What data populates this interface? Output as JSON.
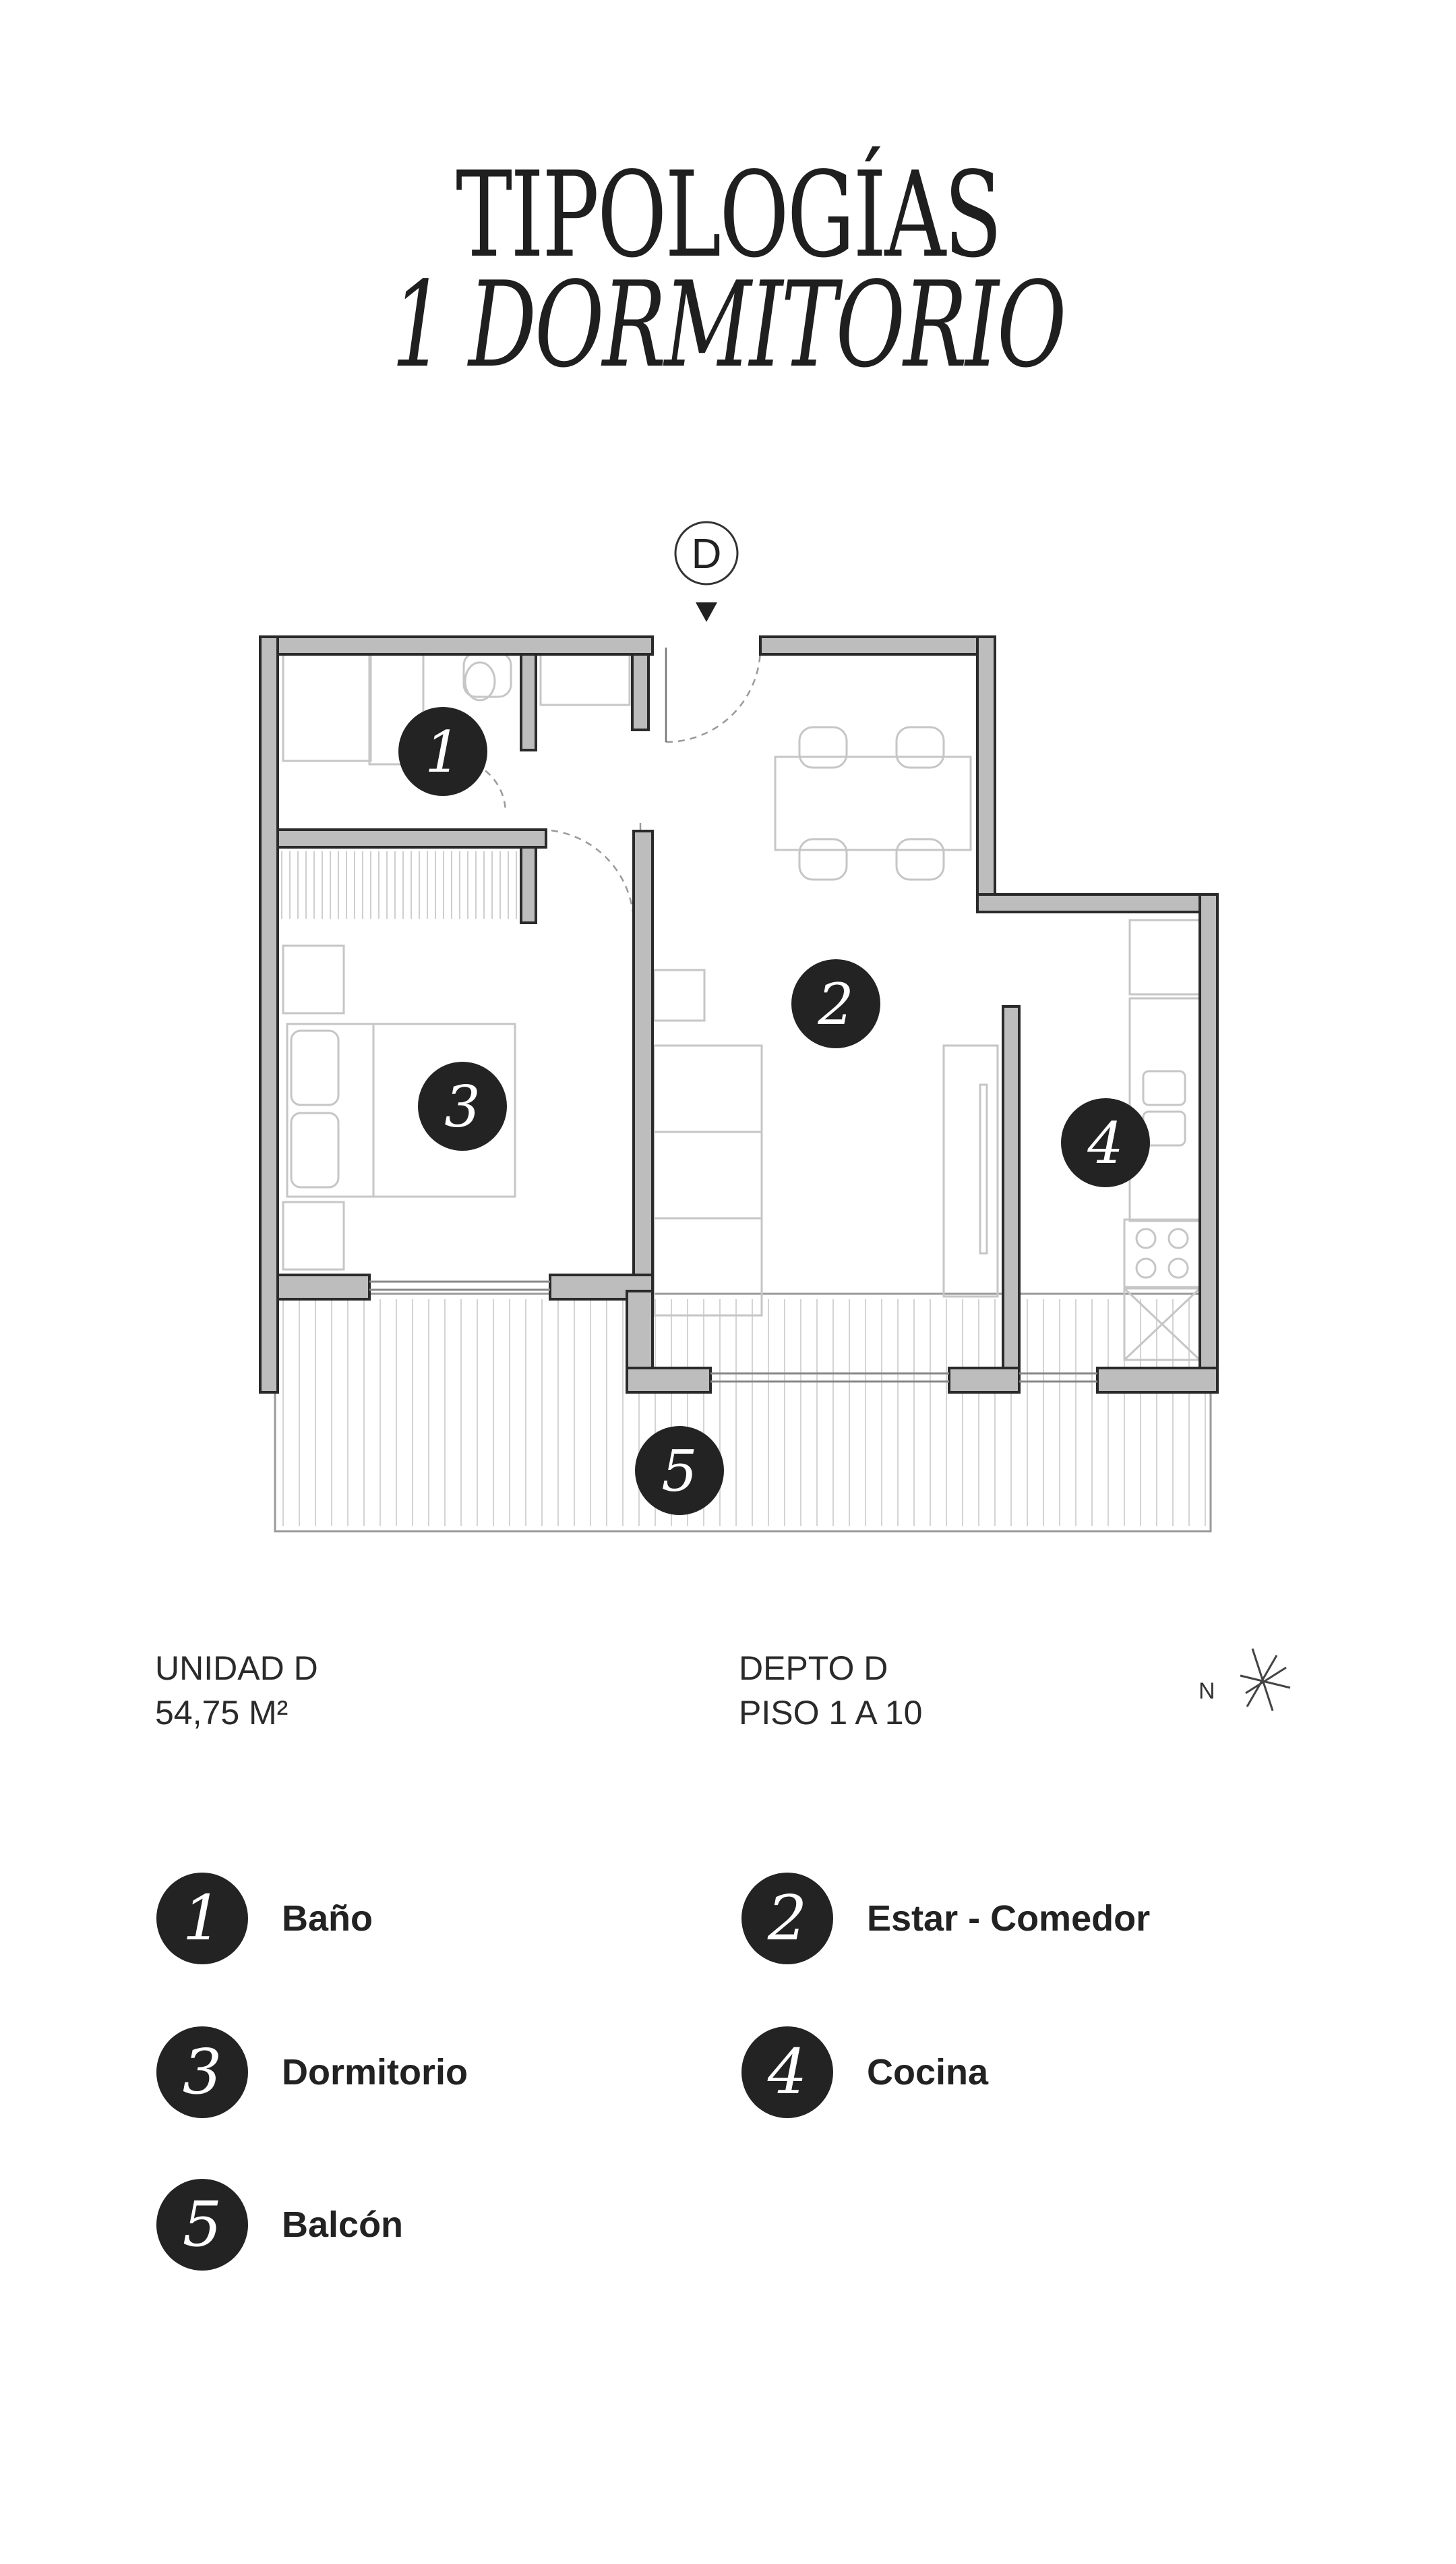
{
  "title": {
    "line1": "TIPOLOGÍAS",
    "line2": "1 DORMITORIO"
  },
  "entrance": {
    "label": "D"
  },
  "plan": {
    "rooms": [
      {
        "number": "1"
      },
      {
        "number": "2"
      },
      {
        "number": "3"
      },
      {
        "number": "4"
      },
      {
        "number": "5"
      }
    ]
  },
  "info": {
    "unit_label": "UNIDAD D",
    "area": "54,75 M²",
    "depto_label": "DEPTO D",
    "floors": "PISO 1 A 10"
  },
  "compass": {
    "label": "N"
  },
  "legend": [
    {
      "number": "1",
      "label": "Baño"
    },
    {
      "number": "2",
      "label": "Estar - Comedor"
    },
    {
      "number": "3",
      "label": "Dormitorio"
    },
    {
      "number": "4",
      "label": "Cocina"
    },
    {
      "number": "5",
      "label": "Balcón"
    }
  ],
  "colors": {
    "wall_fill": "#bdbdbd",
    "wall_stroke": "#2a2a2a",
    "badge": "#232323",
    "furniture_line": "#c8c8c8"
  }
}
